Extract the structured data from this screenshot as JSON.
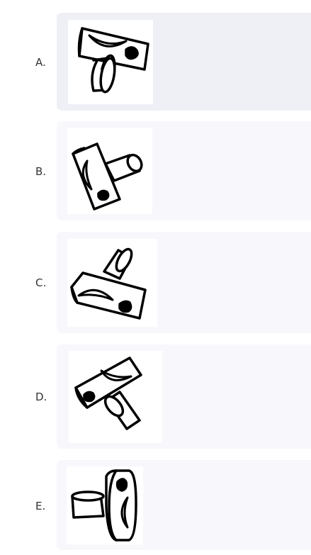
{
  "options": [
    {
      "label": "A.",
      "figure": "ring-cylinder-figure-a",
      "selected": true
    },
    {
      "label": "B.",
      "figure": "ring-cylinder-figure-b",
      "selected": false
    },
    {
      "label": "C.",
      "figure": "ring-cylinder-figure-c",
      "selected": false
    },
    {
      "label": "D.",
      "figure": "ring-cylinder-figure-d",
      "selected": false
    },
    {
      "label": "E.",
      "figure": "ring-cylinder-figure-e",
      "selected": false
    }
  ],
  "colors": {
    "card_bg": "#f8f8fc",
    "card_selected_bg": "#eff0f6",
    "thumb_bg": "#ffffff",
    "stroke": "#000000"
  }
}
